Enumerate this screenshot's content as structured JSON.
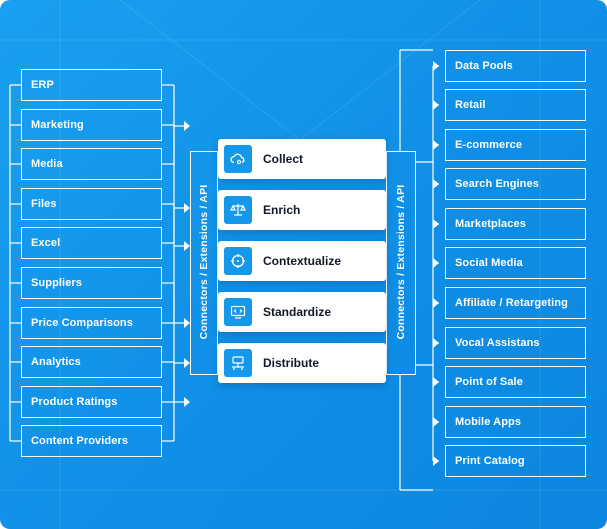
{
  "diagram": {
    "sources": [
      {
        "label": "ERP"
      },
      {
        "label": "Marketing"
      },
      {
        "label": "Media"
      },
      {
        "label": "Files"
      },
      {
        "label": "Excel"
      },
      {
        "label": "Suppliers"
      },
      {
        "label": "Price Comparisons"
      },
      {
        "label": "Analytics"
      },
      {
        "label": "Product Ratings"
      },
      {
        "label": "Content Providers"
      }
    ],
    "destinations": [
      {
        "label": "Data Pools"
      },
      {
        "label": "Retail"
      },
      {
        "label": "E-commerce"
      },
      {
        "label": "Search Engines"
      },
      {
        "label": "Marketplaces"
      },
      {
        "label": "Social Media"
      },
      {
        "label": "Affiliate / Retargeting"
      },
      {
        "label": "Vocal Assistans"
      },
      {
        "label": "Point of Sale"
      },
      {
        "label": "Mobile Apps"
      },
      {
        "label": "Print Catalog"
      }
    ],
    "stages": [
      {
        "label": "Collect",
        "icon": "cloud-gear-icon"
      },
      {
        "label": "Enrich",
        "icon": "balance-scale-icon"
      },
      {
        "label": "Contextualize",
        "icon": "target-icon"
      },
      {
        "label": "Standardize",
        "icon": "code-monitor-icon"
      },
      {
        "label": "Distribute",
        "icon": "network-icon"
      }
    ],
    "connector_left": "Connectors / Extensions / API",
    "connector_right": "Connectors / Extensions / API",
    "colors": {
      "background": "#1597ea",
      "line": "#ffffff",
      "card": "#ffffff",
      "text_dark": "#111827"
    }
  }
}
